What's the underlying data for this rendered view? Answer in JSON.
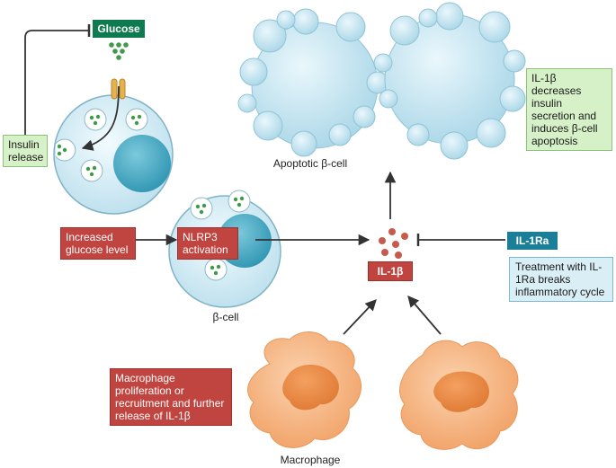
{
  "labels": {
    "glucose": "Glucose",
    "insulin_release": "Insulin release",
    "increased_glucose": "Increased glucose level",
    "nlrp3": "NLRP3 activation",
    "beta_cell": "β-cell",
    "apoptotic_cell": "Apoptotic β-cell",
    "il1b": "IL-1β",
    "il1ra": "IL-1Ra",
    "il1b_effect": "IL-1β decreases insulin secretion and induces β-cell apoptosis",
    "treatment": "Treatment with IL-1Ra breaks inflammatory cycle",
    "macrophage_note": "Macrophage proliferation or recruitment and further release of IL-1β",
    "macrophage": "Macrophage"
  },
  "colors": {
    "cell_light": "#d8eef6",
    "cell_edge": "#7fb3c6",
    "nucleus": "#3ea6c1",
    "bubble": "#bfe3f0",
    "macrophage": "#f6b07a",
    "macrophage_nucleus": "#e8833c",
    "il1b_particle": "#c85a4c",
    "glucose_particle": "#3f9a4a",
    "arrow": "#333333"
  }
}
